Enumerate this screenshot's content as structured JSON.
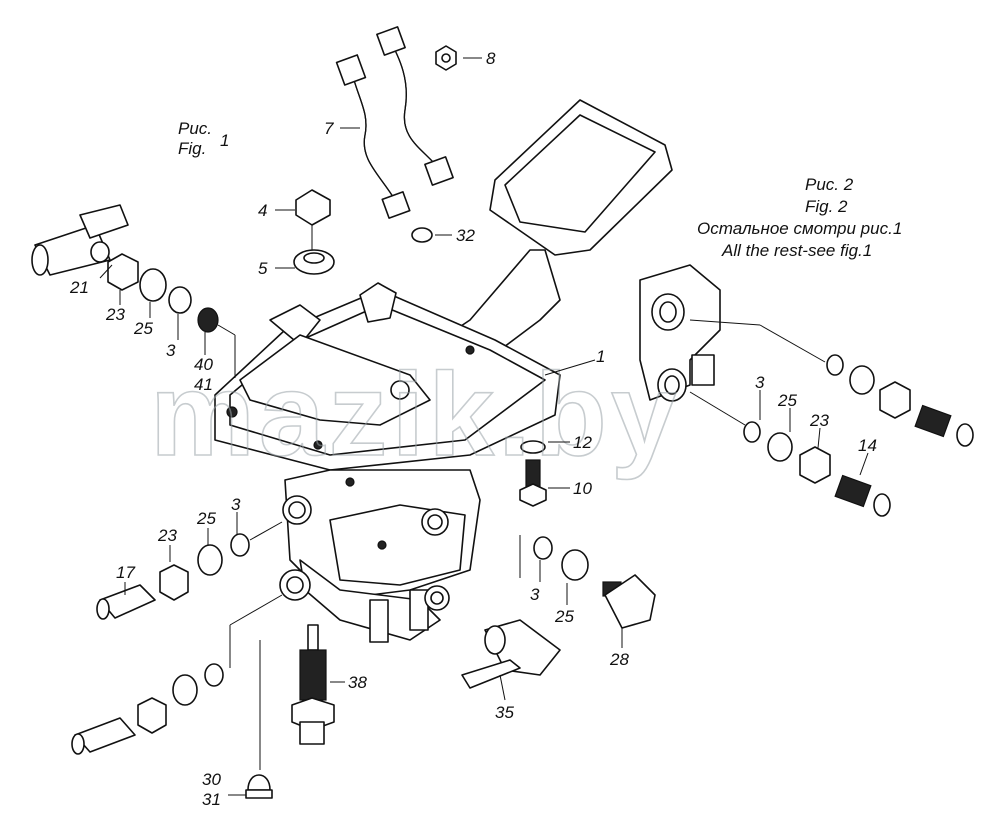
{
  "fig1_caption": {
    "line1": "Рис.",
    "line2": "Fig.",
    "number": "1"
  },
  "fig2_caption": {
    "line1": "Рис. 2",
    "line2": "Fig. 2",
    "line3": "Остальное смотри рис.1",
    "line4": "All the rest-see fig.1"
  },
  "watermark": "mazik.by",
  "labels": {
    "p1": "1",
    "p3a": "3",
    "p3b": "3",
    "p3c": "3",
    "p3d": "3",
    "p4": "4",
    "p5": "5",
    "p7": "7",
    "p8": "8",
    "p10": "10",
    "p12": "12",
    "p14": "14",
    "p17": "17",
    "p21": "21",
    "p23a": "23",
    "p23b": "23",
    "p23c": "23",
    "p25a": "25",
    "p25b": "25",
    "p25c": "25",
    "p25d": "25",
    "p28": "28",
    "p30": "30",
    "p31": "31",
    "p32": "32",
    "p35": "35",
    "p38": "38",
    "p40": "40",
    "p41": "41"
  }
}
